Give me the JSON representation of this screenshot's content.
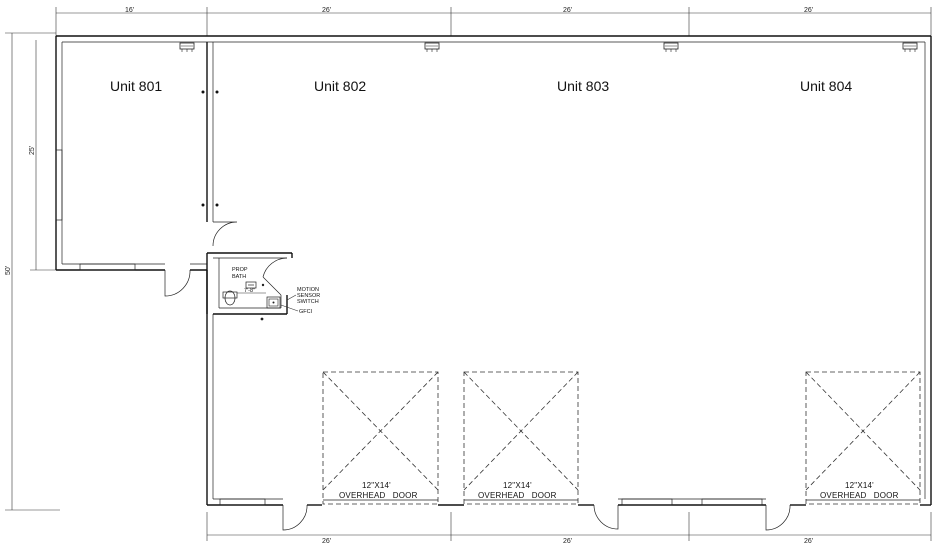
{
  "units": [
    {
      "label": "Unit 801"
    },
    {
      "label": "Unit 802"
    },
    {
      "label": "Unit 803"
    },
    {
      "label": "Unit 804"
    }
  ],
  "dimensions": {
    "top": [
      "16'",
      "26'",
      "26'",
      "26'"
    ],
    "bottom": [
      "26'",
      "26'",
      "26'"
    ],
    "left_overall": "50'",
    "left_unit801": "25'"
  },
  "bath": {
    "label_line1": "PROP",
    "label_line2": "BATH",
    "width": "7'-8\"",
    "motion_line1": "MOTION",
    "motion_line2": "SENSOR",
    "motion_line3": "SWITCH",
    "gfci": "GFCI"
  },
  "overhead_doors": [
    {
      "size": "12\"X14'",
      "label": "OVERHEAD   DOOR"
    },
    {
      "size": "12\"X14'",
      "label": "OVERHEAD   DOOR"
    },
    {
      "size": "12\"X14'",
      "label": "OVERHEAD   DOOR"
    }
  ],
  "heater_icon": "heater-icon",
  "door_swing_icon": "door-swing-icon",
  "toilet_icon": "toilet-icon",
  "sink_icon": "sink-icon"
}
